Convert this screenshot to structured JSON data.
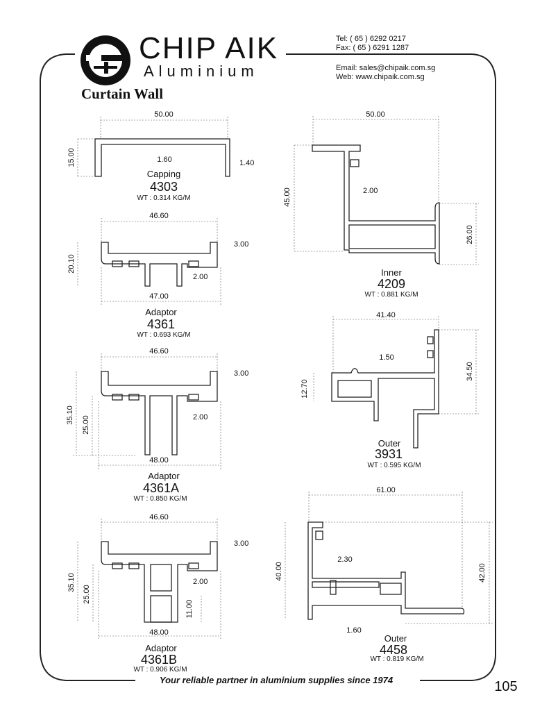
{
  "brand": {
    "company": "CHIP AIK",
    "division": "Aluminium",
    "tel": "Tel:  ( 65 ) 6292 0217",
    "fax": "Fax: ( 65 ) 6291 1287",
    "email": "Email: sales@chipaik.com.sg",
    "web": "Web: www.chipaik.com.sg"
  },
  "section_title": "Curtain Wall",
  "footer": {
    "tagline": "Your reliable partner in aluminium supplies since 1974",
    "page_number": "105"
  },
  "profiles": {
    "p4303": {
      "name": "Capping",
      "code": "4303",
      "weight": "WT  :  0.314 KG/M",
      "dims": {
        "width": "50.00",
        "height": "15.00",
        "wall": "1.60",
        "lip": "1.40"
      }
    },
    "p4361": {
      "name": "Adaptor",
      "code": "4361",
      "weight": "WT  :  0.693 KG/M",
      "dims": {
        "top": "46.60",
        "height": "20.10",
        "lip": "3.00",
        "web": "2.00",
        "bottom": "47.00"
      }
    },
    "p4361a": {
      "name": "Adaptor",
      "code": "4361A",
      "weight": "WT  :  0.850 KG/M",
      "dims": {
        "top": "46.60",
        "lip": "3.00",
        "height": "35.10",
        "inner": "25.00",
        "web": "2.00",
        "bottom": "48.00"
      }
    },
    "p4361b": {
      "name": "Adaptor",
      "code": "4361B",
      "weight": "WT  :  0.906 KG/M",
      "dims": {
        "top": "46.60",
        "lip": "3.00",
        "height": "35.10",
        "inner": "25.00",
        "web": "2.00",
        "slot": "11.00",
        "bottom": "48.00"
      }
    },
    "p4209": {
      "name": "Inner",
      "code": "4209",
      "weight": "WT  :  0.881 KG/M",
      "dims": {
        "width": "50.00",
        "height": "45.00",
        "wall": "2.00",
        "side": "26.00"
      }
    },
    "p3931": {
      "name": "Outer",
      "code": "3931",
      "weight": "WT  :  0.595 KG/M",
      "dims": {
        "width": "41.40",
        "wall": "1.50",
        "left": "12.70",
        "right": "34.50"
      }
    },
    "p4458": {
      "name": "Outer",
      "code": "4458",
      "weight": "WT  :  0.819 KG/M",
      "dims": {
        "width": "61.00",
        "left": "40.00",
        "right": "42.00",
        "wall_top": "2.30",
        "wall_bottom": "1.60"
      }
    }
  }
}
